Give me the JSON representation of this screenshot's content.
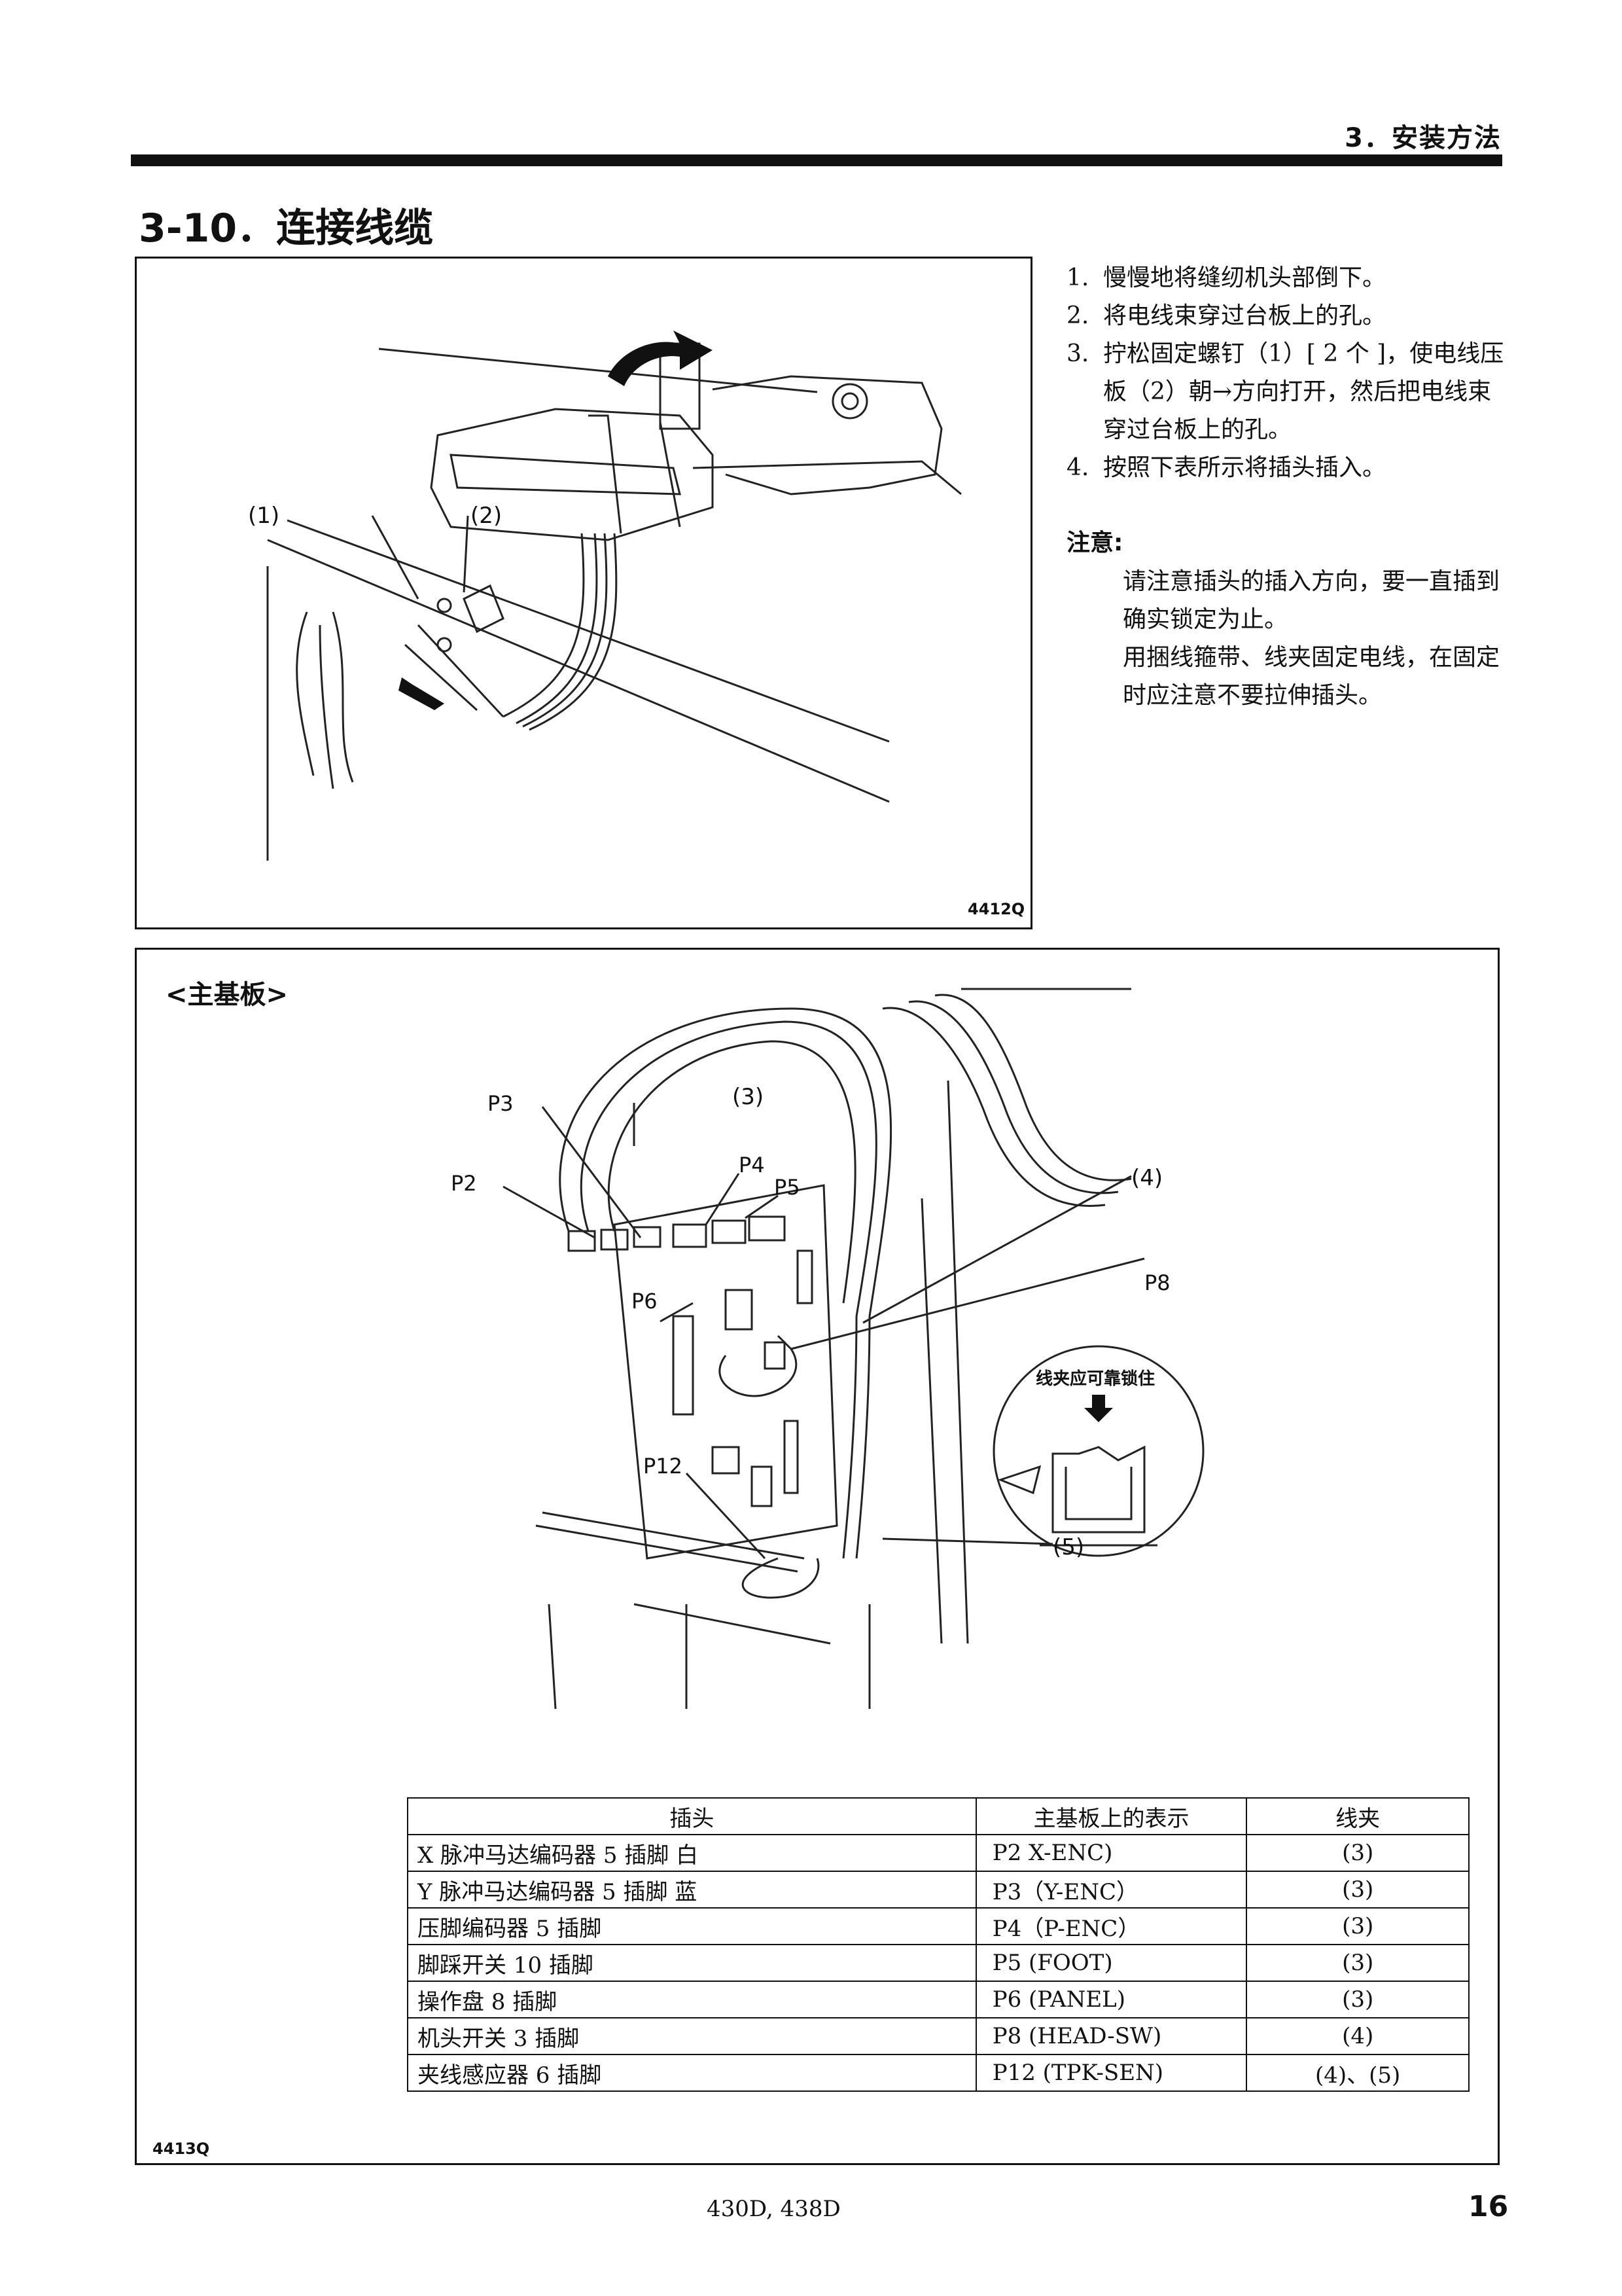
{
  "header": {
    "chapter": "3．安装方法"
  },
  "section": {
    "title": "3-10．连接线缆"
  },
  "figure1": {
    "code": "4412Q",
    "callouts": [
      "(1)",
      "(2)"
    ]
  },
  "steps": [
    {
      "num": "1.",
      "text": "慢慢地将缝纫机头部倒下。"
    },
    {
      "num": "2.",
      "text": "将电线束穿过台板上的孔。"
    },
    {
      "num": "3.",
      "text": "拧松固定螺钉（1）[ 2 个 ]，使电线压板（2）朝→方向打开，然后把电线束穿过台板上的孔。"
    },
    {
      "num": "4.",
      "text": "按照下表所示将插头插入。"
    }
  ],
  "note": {
    "title": "注意:",
    "paragraphs": [
      "请注意插头的插入方向，要一直插到确实锁定为止。",
      "用捆线箍带、线夹固定电线，在固定时应注意不要拉伸插头。"
    ]
  },
  "figure2": {
    "label": "<主基板>",
    "code": "4413Q",
    "connector_labels": [
      "P2",
      "P3",
      "P4",
      "P5",
      "P6",
      "P8",
      "P12"
    ],
    "clamp_callouts": [
      "(3)",
      "(4)",
      "(5)"
    ],
    "inset_caption": "线夹应可靠锁住"
  },
  "table": {
    "headers": [
      "插头",
      "主基板上的表示",
      "线夹"
    ],
    "rows": [
      [
        "X 脉冲马达编码器  5 插脚  白",
        "P2 X-ENC)",
        "(3)"
      ],
      [
        "Y 脉冲马达编码器  5 插脚  蓝",
        "P3（Y-ENC）",
        "(3)"
      ],
      [
        "压脚编码器  5 插脚",
        "P4（P-ENC）",
        "(3)"
      ],
      [
        "脚踩开关  10 插脚",
        "P5 (FOOT)",
        "(3)"
      ],
      [
        "操作盘  8 插脚",
        "P6 (PANEL)",
        "(3)"
      ],
      [
        "机头开关  3 插脚",
        "P8 (HEAD-SW)",
        "(4)"
      ],
      [
        "夹线感应器  6 插脚",
        "P12 (TPK-SEN)",
        "(4)、(5)"
      ]
    ]
  },
  "footer": {
    "model": "430D, 438D",
    "page": "16"
  }
}
